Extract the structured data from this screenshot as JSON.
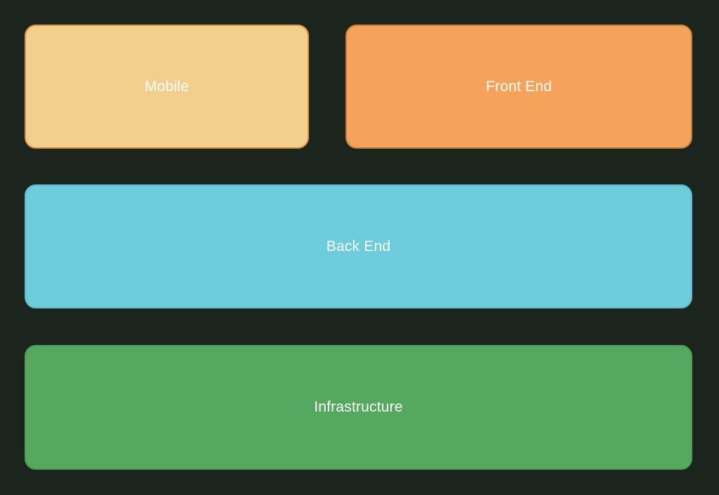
{
  "canvas": {
    "background_color": "#1c241e"
  },
  "diagram": {
    "nodes": [
      {
        "id": "mobile",
        "label": "Mobile",
        "fill_color": "#f3cf8e",
        "border_color": "#dd9440",
        "text_color": "#ffffff"
      },
      {
        "id": "front-end",
        "label": "Front End",
        "fill_color": "#f5a35b",
        "border_color": "#c5813b",
        "text_color": "#ffffff"
      },
      {
        "id": "back-end",
        "label": "Back End",
        "fill_color": "#6dcddc",
        "border_color": "#5fb8c8",
        "text_color": "#ffffff"
      },
      {
        "id": "infrastructure",
        "label": "Infrastructure",
        "fill_color": "#54a95f",
        "border_color": "#4c9c57",
        "text_color": "#ffffff"
      }
    ]
  }
}
